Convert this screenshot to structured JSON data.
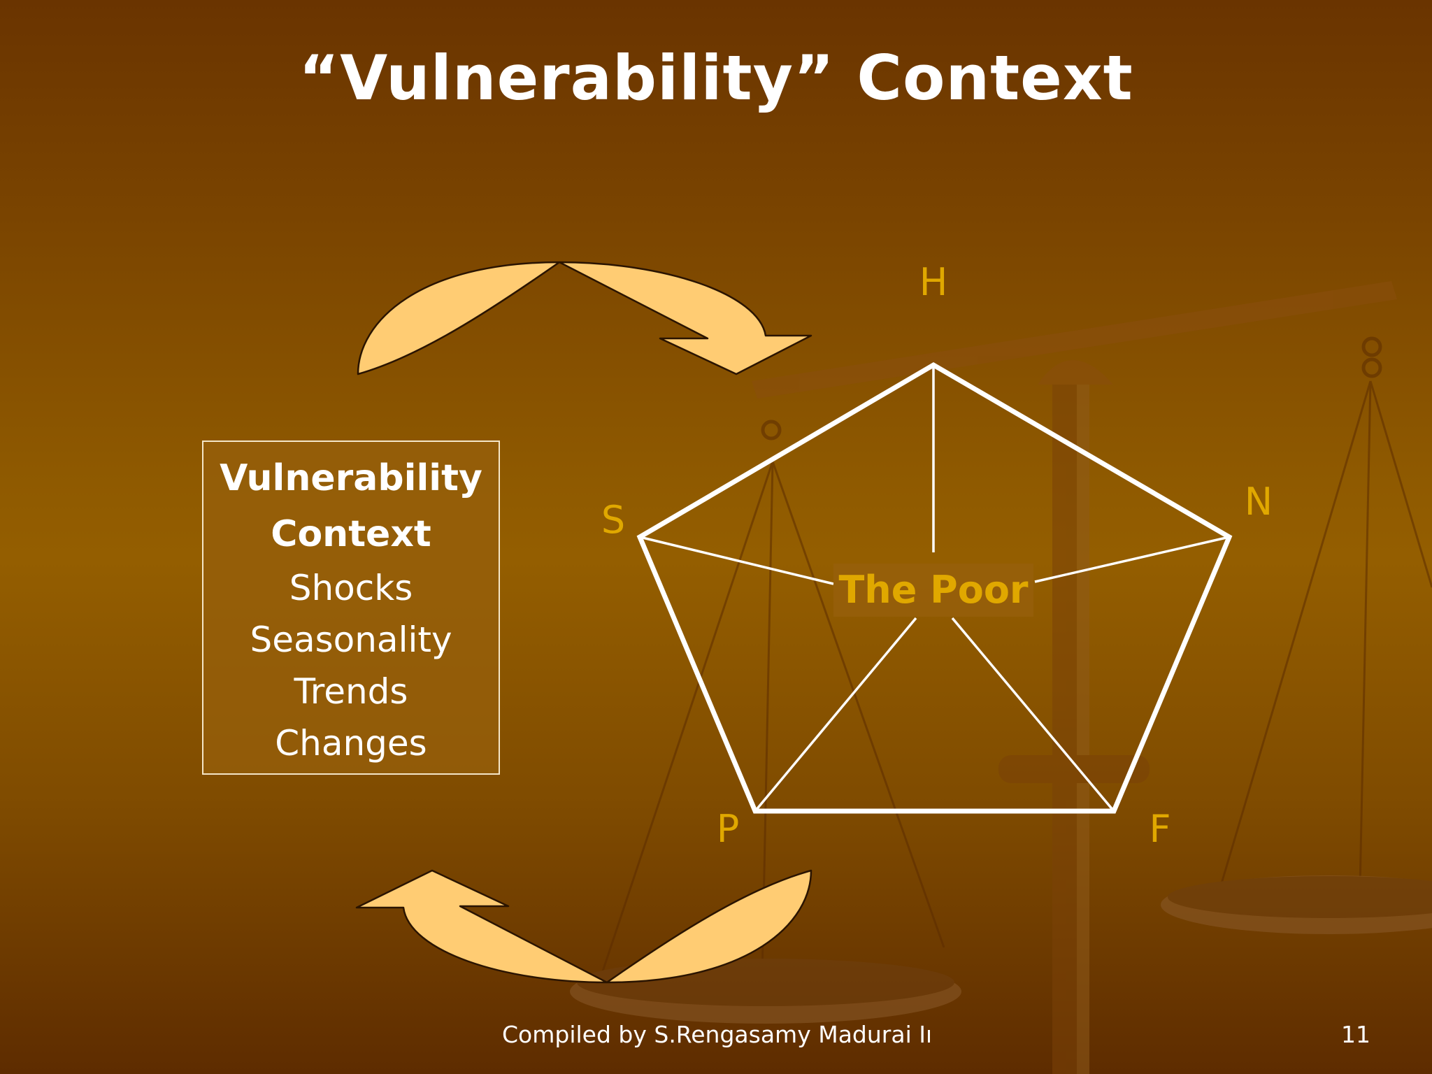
{
  "slide": {
    "title": "“Vulnerability” Context",
    "footer": "Compiled by S.Rengasamy Madurai Insti",
    "page_number": "11"
  },
  "vulnerability_box": {
    "heading_line1": "Vulnerability",
    "heading_line2": "Context",
    "items": [
      "Shocks",
      "Seasonality",
      "Trends",
      "Changes"
    ]
  },
  "pentagon": {
    "center_label": "The Poor",
    "vertices": {
      "top": "H",
      "right": "N",
      "bottom_right": "F",
      "bottom_left": "P",
      "left": "S"
    }
  },
  "colors": {
    "arrow_fill": "#ffcc73",
    "vertex_label": "#e0a800",
    "pentagon_stroke": "#ffffff",
    "background_dark": "#6a3400",
    "background_mid": "#945e00"
  }
}
